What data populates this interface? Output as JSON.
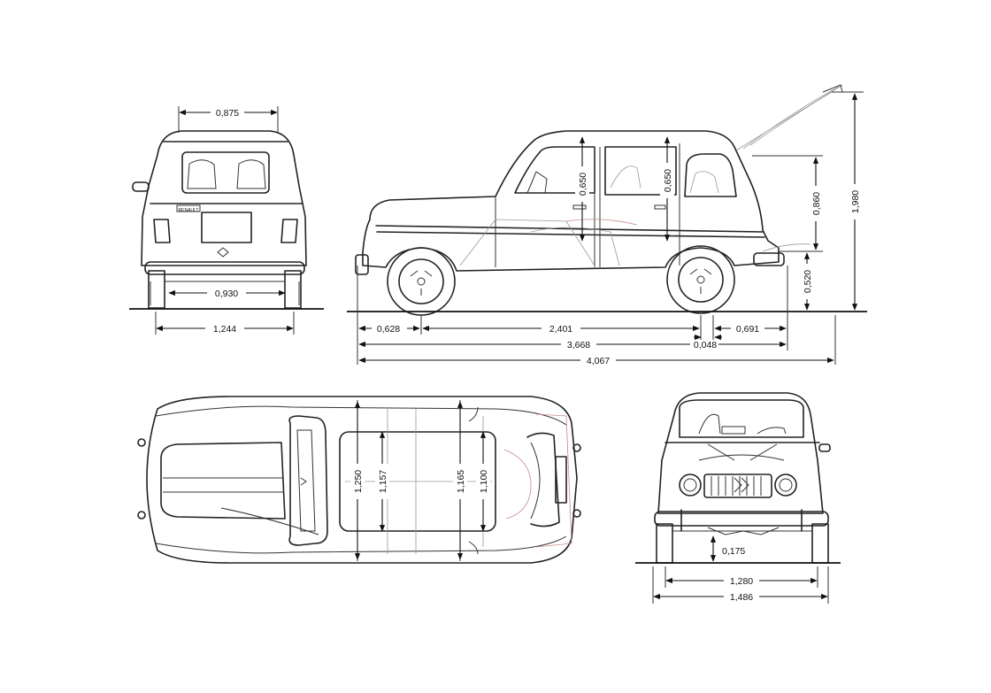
{
  "dimensions": {
    "rear_track_inner": "0,875",
    "rear_axle_width": "0,930",
    "rear_overall_width": "1,244",
    "window_height_front": "0,650",
    "window_height_rear": "0,650",
    "tailgate_height": "0,860",
    "overall_height": "1,980",
    "ground_to_bumper": "0,520",
    "front_overhang": "0,628",
    "wheelbase": "2,401",
    "rear_overhang": "0,691",
    "wheel_offset": "0,048",
    "length_body": "3,668",
    "length_overall": "4,067",
    "interior_width_1": "1,250",
    "interior_width_2": "1,157",
    "interior_width_3": "1,165",
    "interior_width_4": "1,100",
    "ground_clearance": "0,175",
    "front_track": "1,280",
    "front_overall_width": "1,486"
  },
  "plate_marking": "RENAULT"
}
